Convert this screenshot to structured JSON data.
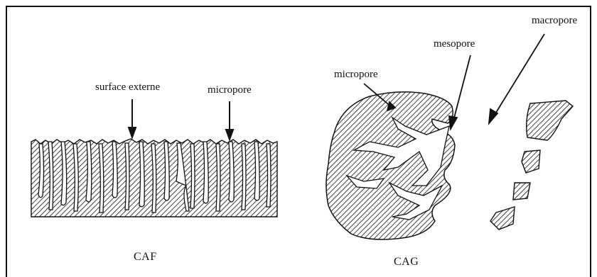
{
  "left_panel": {
    "label_surface": "surface externe",
    "label_micropore": "micropore",
    "caption": "CAF"
  },
  "right_panel": {
    "label_micropore": "micropore",
    "label_mesopore": "mesopore",
    "label_macropore": "macropore",
    "caption": "CAG"
  },
  "colors": {
    "ink": "#111111",
    "background": "#ffffff"
  }
}
